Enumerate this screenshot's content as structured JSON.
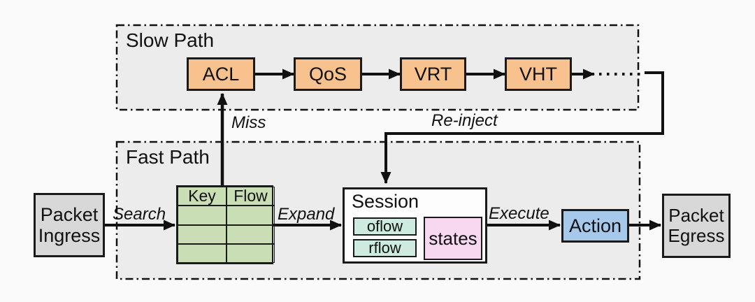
{
  "colors": {
    "background": "#fafafa",
    "region_fill": "#ececec",
    "stage_fill": "#f8c28e",
    "table_fill": "#c9deb5",
    "flow_fill": "#cdecdf",
    "states_fill": "#f7d8f0",
    "action_fill": "#a6c8ea",
    "endpoint_fill": "#d8d8d8",
    "line": "#111111"
  },
  "slow_path": {
    "title": "Slow Path",
    "stages": [
      "ACL",
      "QoS",
      "VRT",
      "VHT"
    ]
  },
  "fast_path": {
    "title": "Fast Path",
    "flow_table": {
      "headers": [
        "Key",
        "Flow"
      ],
      "empty_rows": 3
    },
    "session": {
      "title": "Session",
      "subboxes": [
        "oflow",
        "rflow"
      ],
      "states": "states"
    },
    "action": "Action"
  },
  "endpoints": {
    "ingress": [
      "Packet",
      "Ingress"
    ],
    "egress": [
      "Packet",
      "Egress"
    ]
  },
  "labels": {
    "search": "Search",
    "expand": "Expand",
    "execute": "Execute",
    "miss": "Miss",
    "reinject": "Re-inject"
  }
}
